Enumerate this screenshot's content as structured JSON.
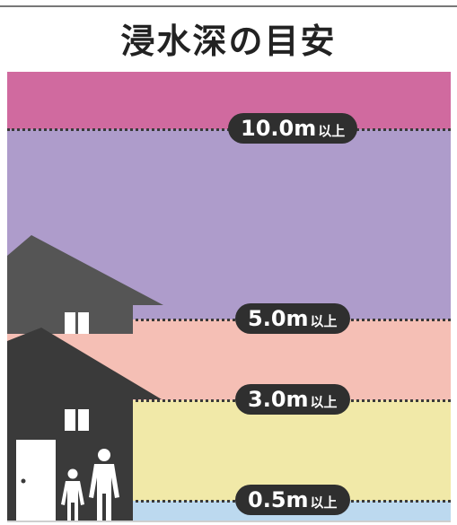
{
  "title": "浸水深の目安",
  "levels": [
    {
      "label_number": "10.0m",
      "label_unit": "以上",
      "color": "#d06a9f"
    },
    {
      "label_number": "5.0m",
      "label_unit": "以上",
      "color": "#ae9ccb"
    },
    {
      "label_number": "3.0m",
      "label_unit": "以上",
      "color": "#f5bfb5"
    },
    {
      "label_number": "0.5m",
      "label_unit": "以上",
      "color": "#f1e9a8"
    }
  ],
  "below_color": "#bcd9ef",
  "house_colors": {
    "upper": "#555555",
    "lower": "#3a3a3a",
    "window": "#ffffff",
    "people": "#ffffff"
  }
}
